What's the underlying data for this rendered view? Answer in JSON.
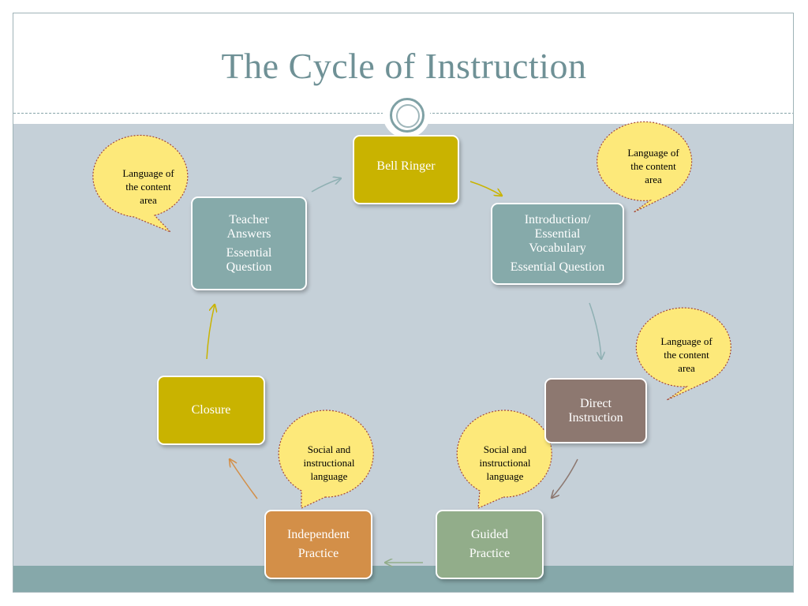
{
  "title": "The Cycle of Instruction",
  "steps": {
    "bell_ringer": "Bell Ringer",
    "intro_line1": "Introduction/",
    "intro_line2": "Essential",
    "intro_line3": "Vocabulary",
    "intro_line4": "Essential Question",
    "direct_line1": "Direct",
    "direct_line2": "Instruction",
    "guided_line1": "Guided",
    "guided_line2": "Practice",
    "independent_line1": "Independent",
    "independent_line2": "Practice",
    "closure": "Closure",
    "teacher_line1": "Teacher",
    "teacher_line2": "Answers",
    "teacher_line3": "Essential",
    "teacher_line4": "Question"
  },
  "callouts": {
    "content_line1": "Language of",
    "content_line2": "the content",
    "content_line3": "area",
    "social_line1": "Social and",
    "social_line2": "instructional",
    "social_line3": "language"
  },
  "colors": {
    "gold": "#c9b300",
    "teal": "#86aaaa",
    "brown": "#8d7870",
    "green": "#92ad8a",
    "orange": "#d38f48",
    "bubble_fill": "#fde97a",
    "bubble_border": "#a5473a"
  }
}
